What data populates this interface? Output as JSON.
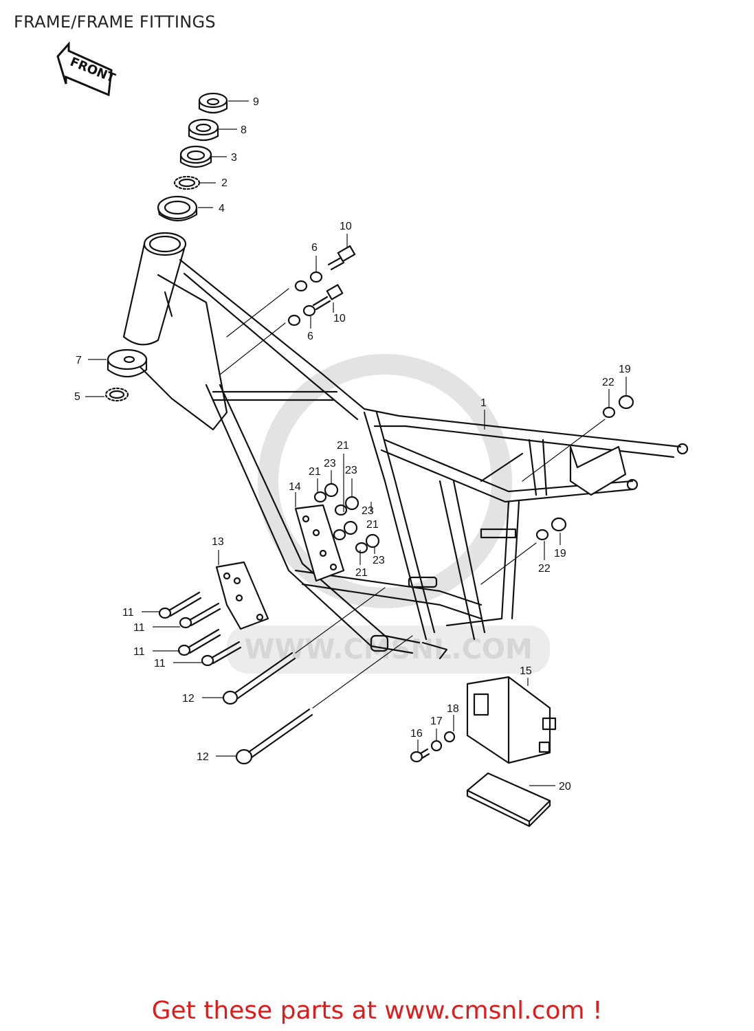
{
  "title": "FRAME/FRAME FITTINGS",
  "front_label": "FRONT",
  "watermark": "WWW.CMSNL.COM",
  "footer": "Get these parts at www.cmsnl.com !",
  "colors": {
    "footer": "#dd1c1c",
    "line": "#111111",
    "watermark": "#d6d6d6"
  },
  "callouts": [
    {
      "id": "c9",
      "text": "9"
    },
    {
      "id": "c8",
      "text": "8"
    },
    {
      "id": "c3",
      "text": "3"
    },
    {
      "id": "c2",
      "text": "2"
    },
    {
      "id": "c4",
      "text": "4"
    },
    {
      "id": "c10a",
      "text": "10"
    },
    {
      "id": "c6a",
      "text": "6"
    },
    {
      "id": "c10b",
      "text": "10"
    },
    {
      "id": "c6b",
      "text": "6"
    },
    {
      "id": "c7",
      "text": "7"
    },
    {
      "id": "c5",
      "text": "5"
    },
    {
      "id": "c19a",
      "text": "19"
    },
    {
      "id": "c22a",
      "text": "22"
    },
    {
      "id": "c1",
      "text": "1"
    },
    {
      "id": "c21a",
      "text": "21"
    },
    {
      "id": "c23a",
      "text": "23"
    },
    {
      "id": "c21b",
      "text": "21"
    },
    {
      "id": "c23b",
      "text": "23"
    },
    {
      "id": "c14",
      "text": "14"
    },
    {
      "id": "c23c",
      "text": "23"
    },
    {
      "id": "c21c",
      "text": "21"
    },
    {
      "id": "c23d",
      "text": "23"
    },
    {
      "id": "c21d",
      "text": "21"
    },
    {
      "id": "c19b",
      "text": "19"
    },
    {
      "id": "c22b",
      "text": "22"
    },
    {
      "id": "c13",
      "text": "13"
    },
    {
      "id": "c11a",
      "text": "11"
    },
    {
      "id": "c11b",
      "text": "11"
    },
    {
      "id": "c11c",
      "text": "11"
    },
    {
      "id": "c11d",
      "text": "11"
    },
    {
      "id": "c15",
      "text": "15"
    },
    {
      "id": "c12a",
      "text": "12"
    },
    {
      "id": "c18",
      "text": "18"
    },
    {
      "id": "c17",
      "text": "17"
    },
    {
      "id": "c16",
      "text": "16"
    },
    {
      "id": "c12b",
      "text": "12"
    },
    {
      "id": "c20",
      "text": "20"
    }
  ]
}
